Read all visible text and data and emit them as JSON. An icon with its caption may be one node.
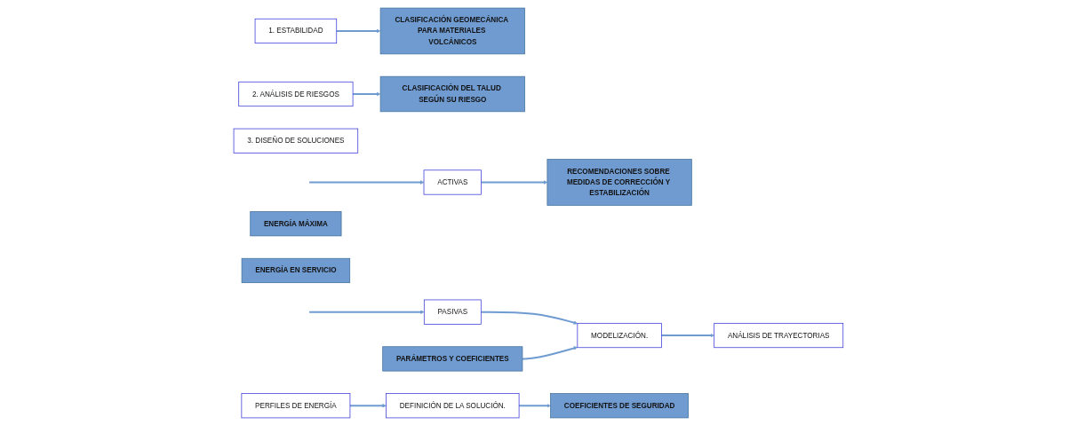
{
  "diagram": {
    "nodes": [
      {
        "text": [
          "1. ESTABILIDAD"
        ]
      },
      {
        "text": [
          "CLASIFICACIÓN GEOMECÁNICA PARA MATERIALES VOLCÁNICOS"
        ]
      },
      {
        "text": [
          "2. ANÁLISIS DE RIESGOS"
        ]
      },
      {
        "text": [
          "CLASIFICACIÓN DEL TALUD SEGÚN SU RIESGO"
        ]
      },
      {
        "text": [
          "3. DISEÑO DE SOLUCIONES"
        ]
      },
      {
        "text": [
          "ACTIVAS"
        ]
      },
      {
        "text": [
          "RECOMENDACIONES SOBRE MEDIDAS DE CORRECCIÓN Y ESTABILIZACIÓN"
        ]
      },
      {
        "text": [
          "PASIVAS"
        ]
      },
      {
        "text": [
          "MODELIZACIÓN."
        ]
      },
      {
        "text": [
          "PARÁMETROS Y COEFICIENTES"
        ]
      },
      {
        "text": [
          "ANÁLISIS DE TRAYECTORIAS"
        ]
      },
      {
        "text": [
          "PERFILES DE ENERGÍA"
        ]
      },
      {
        "text": [
          "ENERGÍA MÁXIMA"
        ]
      },
      {
        "text": [
          "ENERGÍA EN SERVICIO"
        ]
      },
      {
        "text": [
          "DEFINICIÓN DE LA SOLUCIÓN."
        ]
      },
      {
        "text": [
          "COEFICIENTES DE SEGURIDAD"
        ]
      }
    ],
    "edges": [
      {
        "from": 0,
        "to": 1,
        "arrow": "to"
      },
      {
        "from": 2,
        "to": 3,
        "arrow": "to"
      },
      {
        "from": null,
        "to": 5,
        "arrow": "to"
      },
      {
        "from": 5,
        "to": 6,
        "arrow": "to"
      },
      {
        "from": null,
        "to": 7,
        "arrow": "to"
      },
      {
        "from": 7,
        "to": 8,
        "arrow": "to"
      },
      {
        "from": 9,
        "to": 8,
        "arrow": "to"
      },
      {
        "from": 8,
        "to": 10,
        "arrow": "to"
      },
      {
        "from": 11,
        "to": 14,
        "arrow": "to"
      },
      {
        "from": 14,
        "to": 15,
        "arrow": "to"
      }
    ]
  }
}
